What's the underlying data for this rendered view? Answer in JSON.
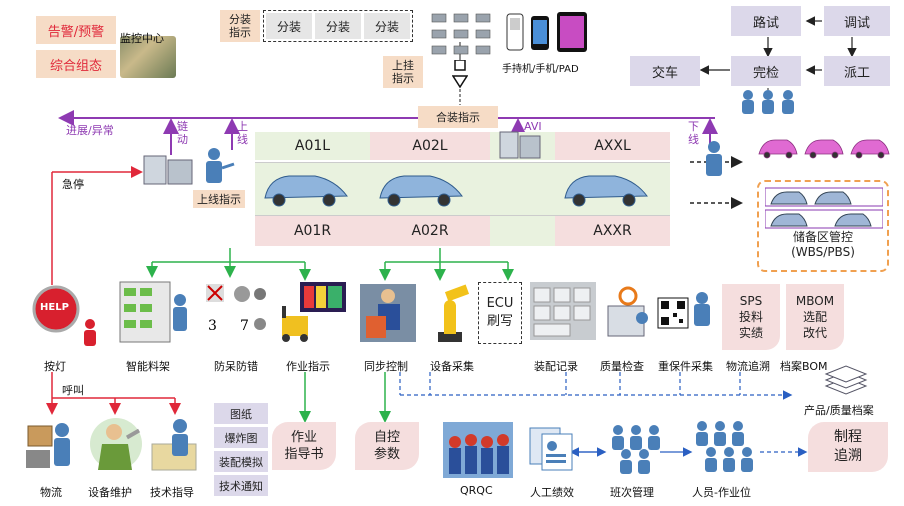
{
  "topleft": {
    "alarm": "告警/预警",
    "config": "综合组态",
    "monitor": "监控中心"
  },
  "split": {
    "title": "分装指示",
    "cells": [
      "分装",
      "分装",
      "分装"
    ]
  },
  "online_hang": "上挂指示",
  "handheld": "手持机/手机/PAD",
  "flow": {
    "road": "路试",
    "debug": "调试",
    "final": "完检",
    "dispatch": "派工",
    "deliver": "交车"
  },
  "bus": {
    "progress": "进展/异常",
    "chain": "链动",
    "online": "上线",
    "assembly": "合装指示",
    "avi": "AVI",
    "offline": "下线"
  },
  "stations": {
    "top": [
      "A01L",
      "A02L",
      "AXXL"
    ],
    "bottom": [
      "A01R",
      "A02R",
      "AXXR"
    ]
  },
  "estop": "急停",
  "online_instr": "上线指示",
  "storage": "储备区管控\n(WBS/PBS)",
  "modules": {
    "help": "HELP",
    "andon": "按灯",
    "smart_rack": "智能料架",
    "error_proof": "防呆防错",
    "work_instr": "作业指示",
    "sync": "同步控制",
    "equip": "设备采集",
    "ecu": "ECU\n刷写",
    "assembly_record": "装配记录",
    "quality": "质量检查",
    "key_parts": "重保件采集",
    "logistics_trace": "物流追溯",
    "archive_bom": "档案BOM"
  },
  "sps": "SPS\n投料\n实绩",
  "mbom": "MBOM\n选配\n改代",
  "archive": "产品/质量档案",
  "call": "呼叫",
  "bottom": {
    "logistics": "物流",
    "maint": "设备维护",
    "tech": "技术指导",
    "qrqc": "QRQC",
    "perf": "人工绩效",
    "shift": "班次管理",
    "staff": "人员-作业位"
  },
  "docs": {
    "items": [
      "图纸",
      "爆炸图",
      "装配模拟",
      "技术通知"
    ],
    "guide": "作业\n指导书",
    "params": "自控\n参数",
    "trace": "制程\n追溯"
  },
  "colors": {
    "purple": "#8e3ab2",
    "red": "#e0283a",
    "green": "#2db24c",
    "blue": "#2a5fc2",
    "pink": "#f5dede",
    "lavender": "#dcd8ea",
    "beige": "#f6dcc6"
  }
}
